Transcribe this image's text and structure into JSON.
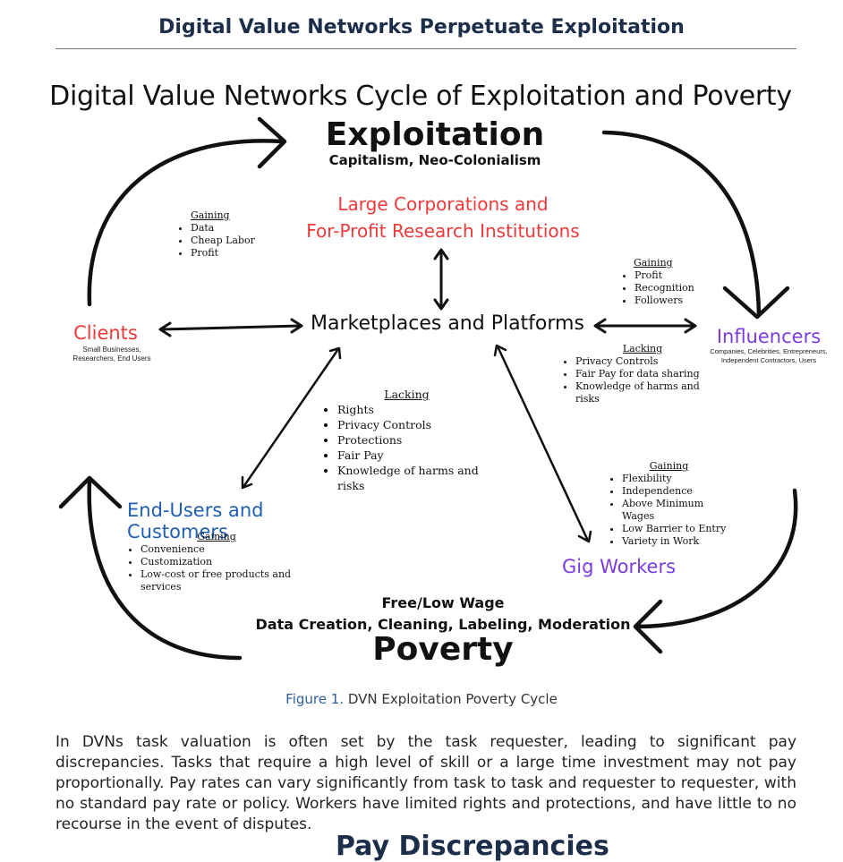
{
  "page": {
    "title": "Digital Value Networks Perpetuate Exploitation",
    "caption_label": "Figure 1.",
    "caption_text": "DVN Exploitation Poverty Cycle",
    "paragraph": "In DVNs task valuation is often set by the task requester, leading to significant pay discrepancies. Tasks that require a high level of skill or a large time investment may not pay proportionally. Pay rates can vary significantly from task to task and requester to requester, with no standard pay rate or policy. Workers have limited rights and protections, and have little to no recourse in the event of disputes.",
    "next_heading": "Pay Discrepancies"
  },
  "diagram": {
    "title": "Digital Value Networks Cycle of Exploitation and Poverty",
    "exploitation": {
      "label": "Exploitation",
      "sub": "Capitalism, Neo-Colonialism"
    },
    "poverty": {
      "label": "Poverty",
      "sub1": "Free/Low Wage",
      "sub2": "Data Creation, Cleaning, Labeling, Moderation"
    },
    "center": "Marketplaces and Platforms",
    "corporations": {
      "line1": "Large Corporations and",
      "line2": "For-Profit Research Institutions"
    },
    "clients": {
      "label": "Clients",
      "sub1": "Small Businesses,",
      "sub2": "Researchers, End Users"
    },
    "influencers": {
      "label": "Influencers",
      "sub1": "Companies, Celebrities, Entrepreneurs,",
      "sub2": "Independent Contractors, Users"
    },
    "endusers": {
      "label": "End-Users and Customers"
    },
    "gig": {
      "label": "Gig Workers"
    },
    "clients_gaining": {
      "heading": "Gaining",
      "items": [
        "Data",
        "Cheap Labor",
        "Profit"
      ]
    },
    "influencers_gaining": {
      "heading": "Gaining",
      "items": [
        "Profit",
        "Recognition",
        "Followers"
      ]
    },
    "influencers_lacking": {
      "heading": "Lacking",
      "items": [
        "Privacy Controls",
        "Fair Pay for data sharing",
        "Knowledge of harms and risks"
      ]
    },
    "center_lacking": {
      "heading": "Lacking",
      "items": [
        "Rights",
        "Privacy Controls",
        "Protections",
        "Fair Pay",
        "Knowledge of harms and risks"
      ]
    },
    "gig_gaining": {
      "heading": "Gaining",
      "items": [
        "Flexibility",
        "Independence",
        "Above Minimum Wages",
        "Low Barrier to Entry",
        "Variety in Work"
      ]
    },
    "endusers_gaining": {
      "heading": "Gaining",
      "items": [
        "Convenience",
        "Customization",
        "Low-cost or free products and services"
      ]
    }
  }
}
